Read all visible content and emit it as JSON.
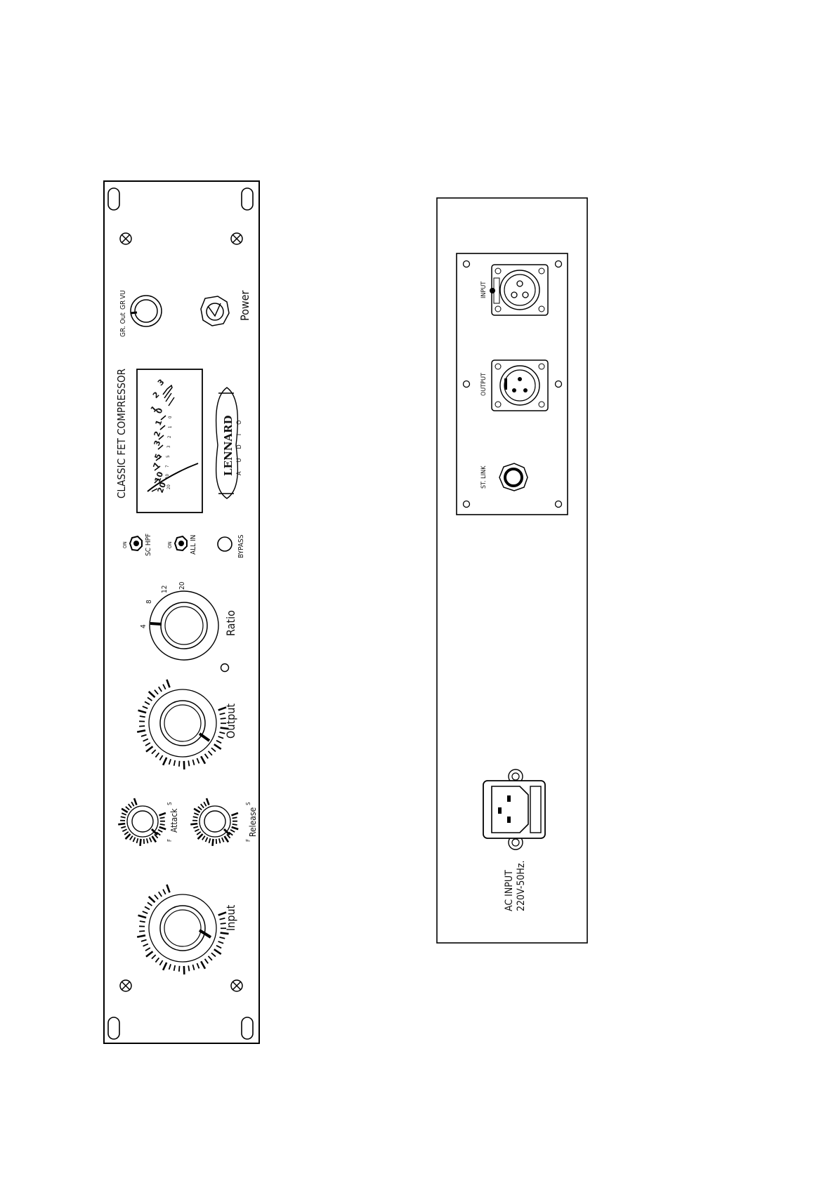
{
  "front_panel": {
    "gr_out": "GR. Out",
    "gr": "GR",
    "vu": "VU",
    "power": "Power",
    "title": "CLASSIC FET COMPRESSOR",
    "meter_scale": [
      "20",
      "10",
      "7",
      "5",
      "3",
      "2",
      "1",
      "0",
      "1",
      "2",
      "3"
    ],
    "meter_sub": [
      "20",
      "10",
      "7",
      "5",
      "3",
      "2",
      "1",
      "0"
    ],
    "brand": "LENNARD",
    "brand_sub": "AUDIO",
    "sc_on": "ON",
    "sc_hpf": "SC HPF",
    "all_on": "ON",
    "all_in": "ALL IN",
    "bypass": "BYPASS",
    "ratio_values": [
      "4",
      "8",
      "12",
      "20"
    ],
    "ratio": "Ratio",
    "output": "Output",
    "attack": "Attack",
    "attack_s": "S",
    "attack_f": "F",
    "release": "Release",
    "release_s": "S",
    "release_f": "F",
    "input": "Input"
  },
  "rear_panel": {
    "input": "INPUT",
    "output": "OUTPUT",
    "st_link": "ST. LINK",
    "ac_input": "AC INPUT",
    "ac_spec": "220V-50Hz."
  }
}
